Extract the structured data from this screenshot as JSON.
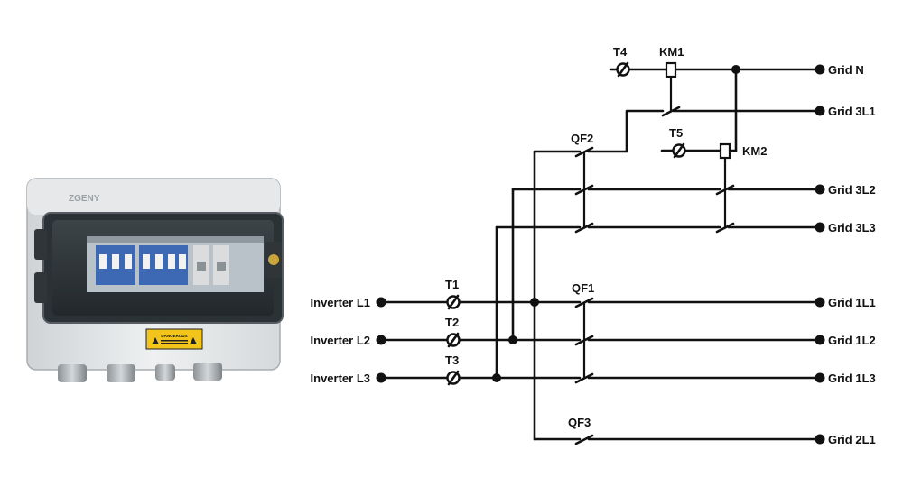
{
  "inputs": {
    "l1": "Inverter L1",
    "l2": "Inverter L2",
    "l3": "Inverter L3"
  },
  "outputs": {
    "n": "Grid N",
    "g3l1": "Grid 3L1",
    "g3l2": "Grid 3L2",
    "g3l3": "Grid 3L3",
    "g1l1": "Grid 1L1",
    "g1l2": "Grid 1L2",
    "g1l3": "Grid 1L3",
    "g2l1": "Grid 2L1"
  },
  "terminals": {
    "t1": "T1",
    "t2": "T2",
    "t3": "T3",
    "t4": "T4",
    "t5": "T5"
  },
  "breakers": {
    "qf1": "QF1",
    "qf2": "QF2",
    "qf3": "QF3"
  },
  "contactors": {
    "km1": "KM1",
    "km2": "KM2"
  },
  "product": {
    "brand": "ZGENY",
    "warning_title": "DANGEROUS"
  }
}
